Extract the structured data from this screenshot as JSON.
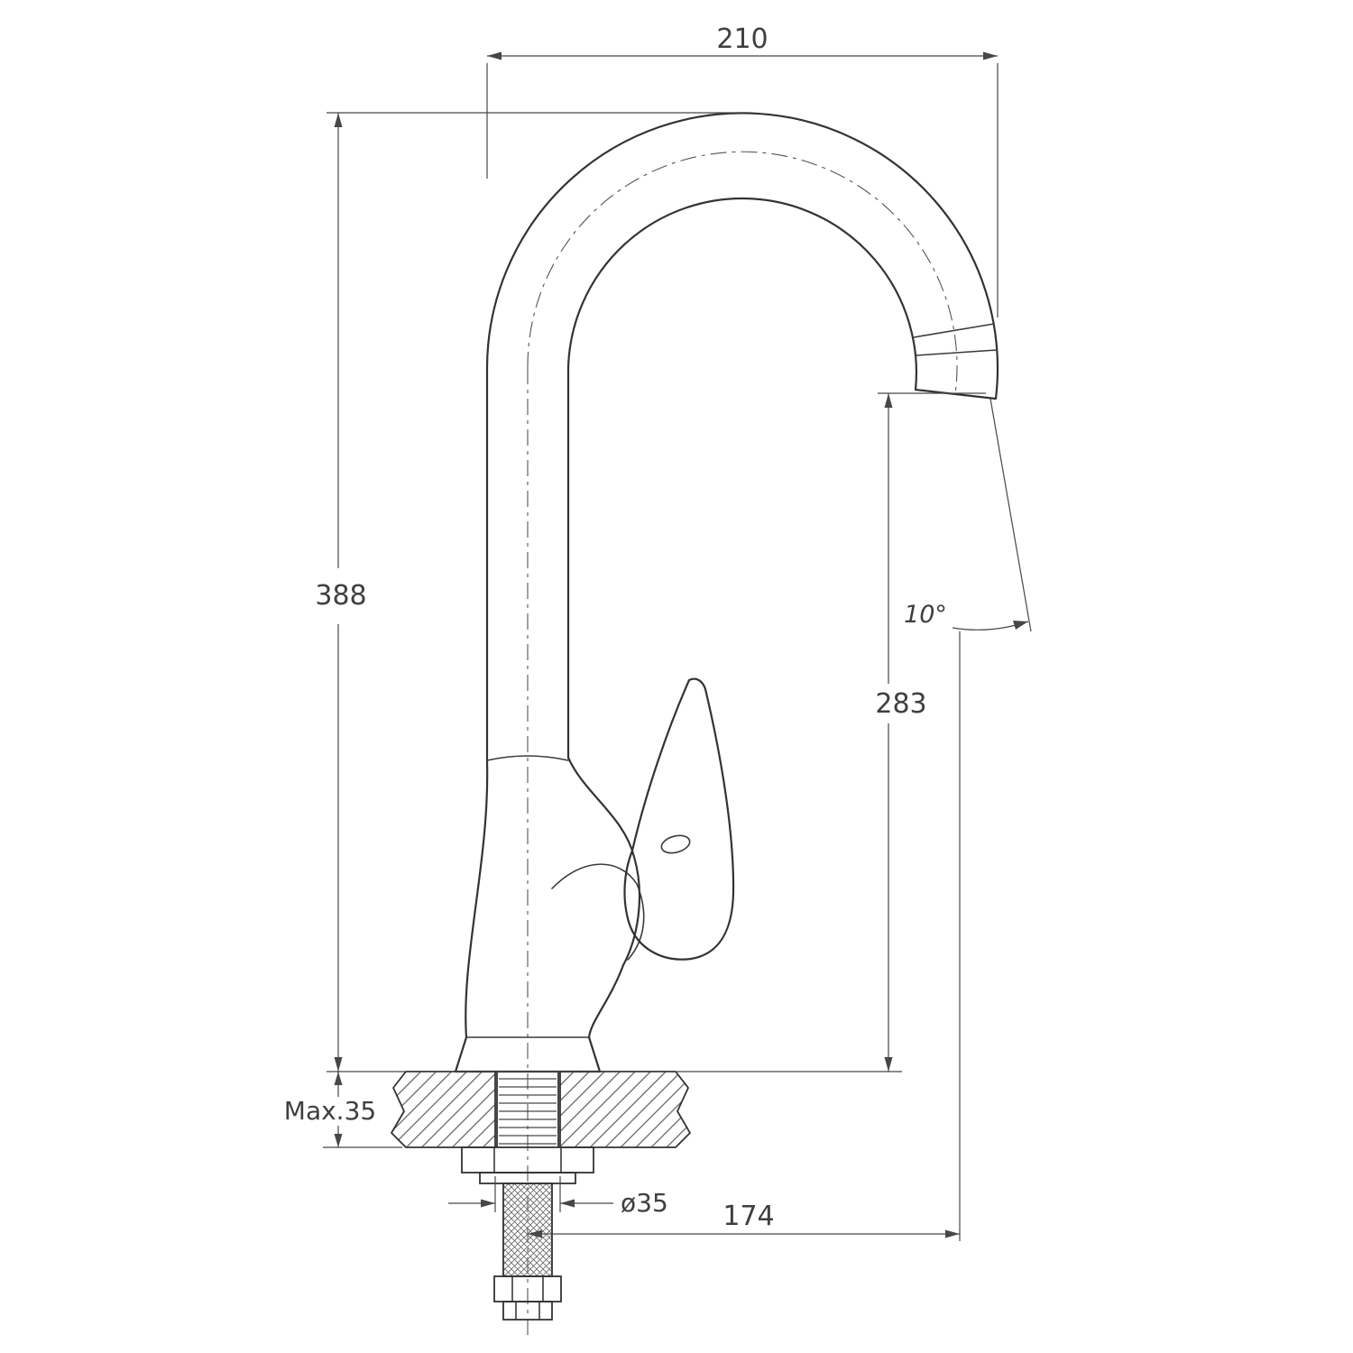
{
  "dims": {
    "width_top": "210",
    "height_total": "388",
    "height_spout": "283",
    "spout_angle": "10°",
    "deck_thickness": "Max.35",
    "hole_diameter": "ø35",
    "reach": "174"
  },
  "colors": {
    "outline": "#333333",
    "dimension": "#474747",
    "hatch": "#5a5a5a",
    "background": "#ffffff"
  }
}
